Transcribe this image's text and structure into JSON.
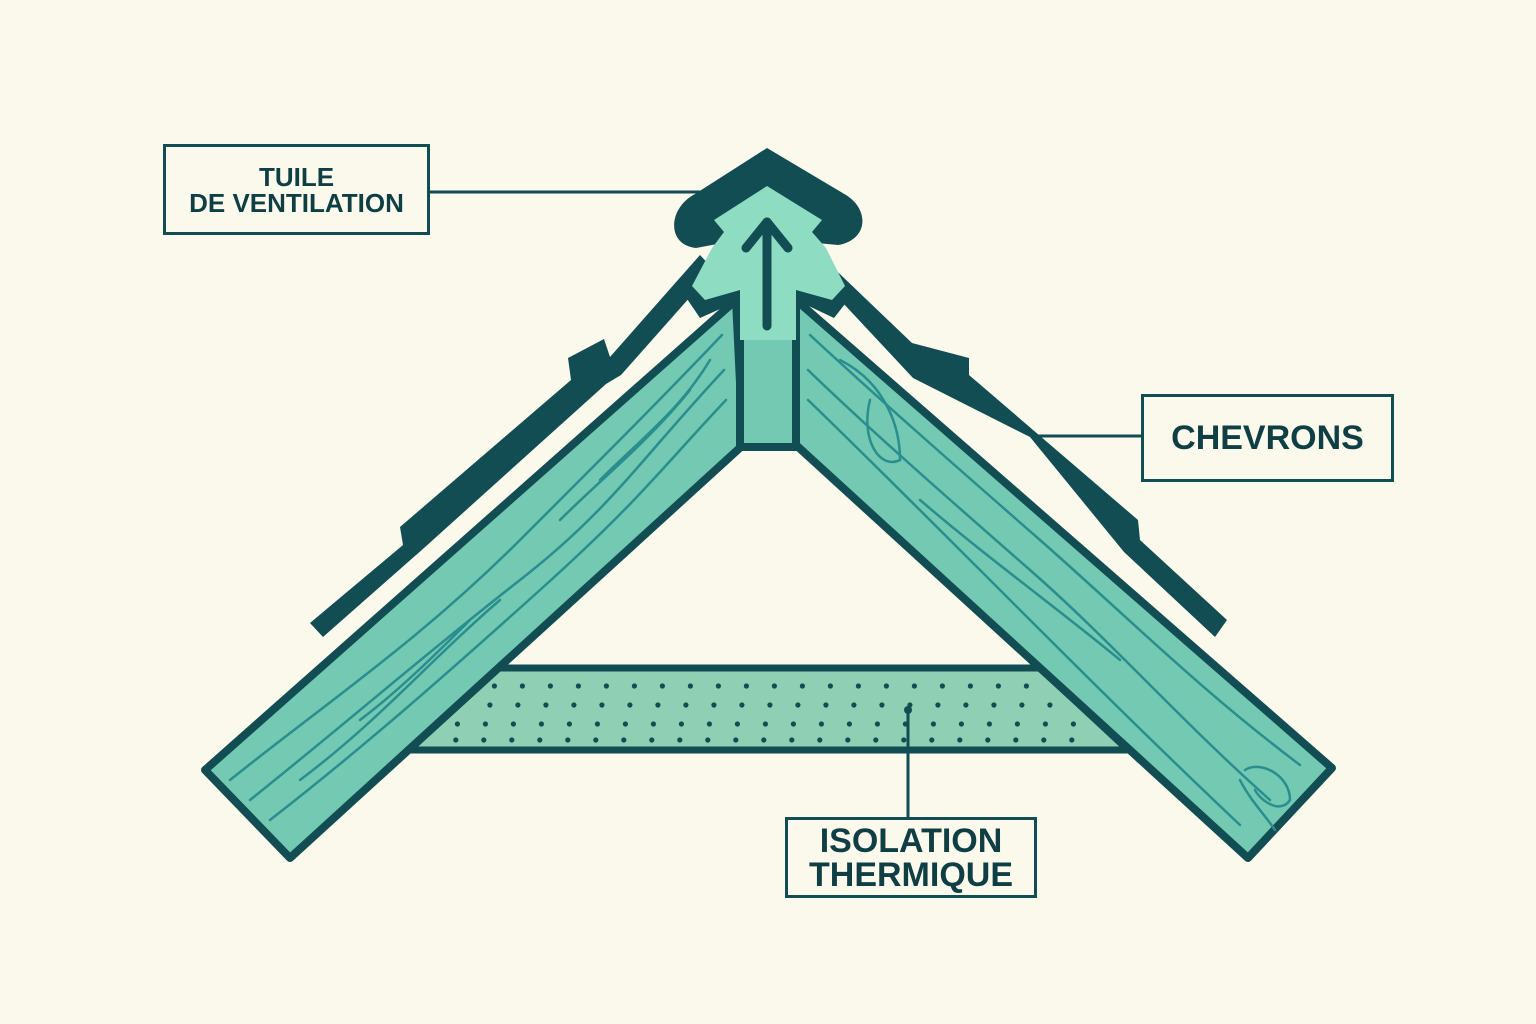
{
  "labels": {
    "tuile": {
      "line1": "TUILE",
      "line2": "DE VENTILATION"
    },
    "chevrons": {
      "line1": "CHEVRONS"
    },
    "isolation": {
      "line1": "ISOLATION",
      "line2": "THERMIQUE"
    }
  },
  "colors": {
    "background": "#fbf8ec",
    "outline": "#124d53",
    "wood": "#74c9b2",
    "wood_grain": "#2a8e8e",
    "insulation": "#8fd0b5",
    "vent_tile_fill": "#8edcc2"
  }
}
